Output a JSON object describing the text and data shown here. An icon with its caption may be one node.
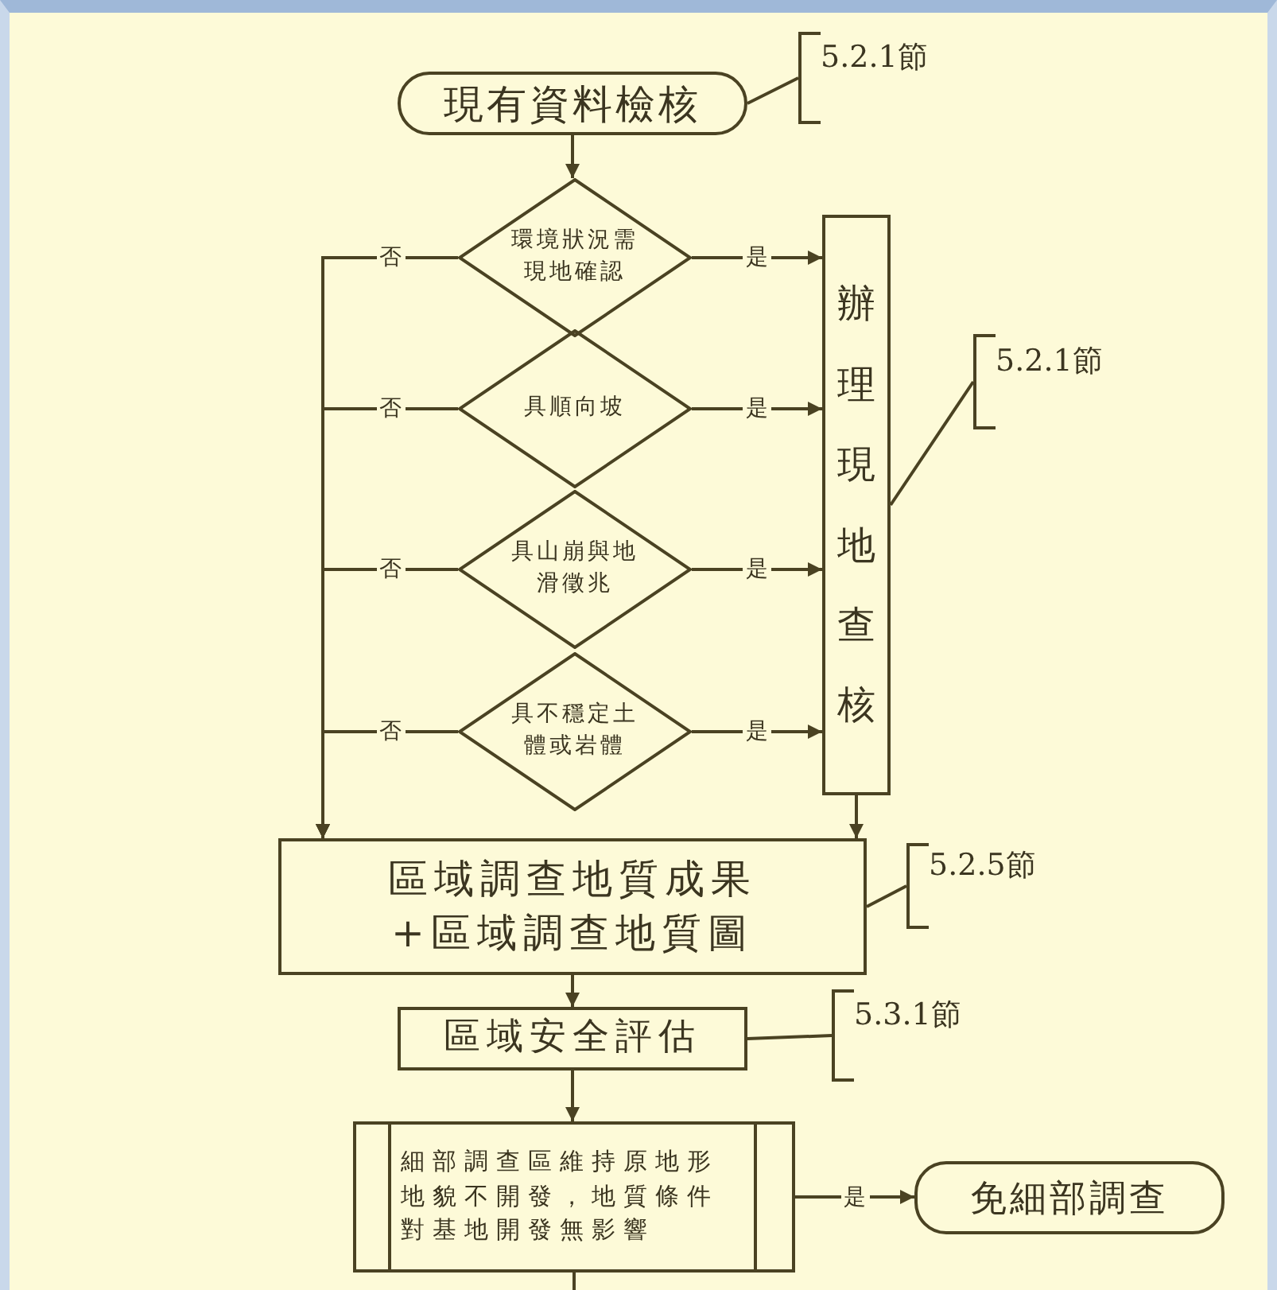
{
  "diagram": {
    "nodes": [
      {
        "text": [
          "現有資料檢核"
        ]
      },
      {
        "text": [
          "5.2.1節"
        ]
      },
      {
        "text": [
          "環境狀況需現地確認"
        ]
      },
      {
        "text": [
          "具順向坡"
        ]
      },
      {
        "text": [
          "具山崩與地滑徵兆"
        ]
      },
      {
        "text": [
          "具不穩定土體或岩體"
        ]
      },
      {
        "text": [
          "辦理現地查核"
        ]
      },
      {
        "text": [
          "5.2.1節"
        ]
      },
      {
        "text": [
          "區域調查地質成果+區域調查地質圖"
        ]
      },
      {
        "text": [
          "5.2.5節"
        ]
      },
      {
        "text": [
          "區域安全評估"
        ]
      },
      {
        "text": [
          "5.3.1節"
        ]
      },
      {
        "text": [
          "細部調查區維持原地形地貌不開發，地質條件對基地開發無影響"
        ]
      },
      {
        "text": [
          "免細部調查"
        ]
      }
    ],
    "edges": [
      {
        "from": 0,
        "to": 2,
        "arrow": "to"
      },
      {
        "from": 2,
        "to": 6,
        "arrow": "to",
        "label": "是"
      },
      {
        "from": 3,
        "to": 6,
        "arrow": "to",
        "label": "是"
      },
      {
        "from": 4,
        "to": 6,
        "arrow": "to",
        "label": "是"
      },
      {
        "from": 5,
        "to": 6,
        "arrow": "to",
        "label": "是"
      },
      {
        "from": 2,
        "to": 8,
        "arrow": "to",
        "label": "否"
      },
      {
        "from": 3,
        "to": 8,
        "arrow": "to",
        "label": "否"
      },
      {
        "from": 4,
        "to": 8,
        "arrow": "to",
        "label": "否"
      },
      {
        "from": 5,
        "to": 8,
        "arrow": "to",
        "label": "否"
      },
      {
        "from": 6,
        "to": 8,
        "arrow": "to"
      },
      {
        "from": 8,
        "to": 10,
        "arrow": "to"
      },
      {
        "from": 10,
        "to": 12,
        "arrow": "to"
      },
      {
        "from": 12,
        "to": 13,
        "arrow": "to",
        "label": "是"
      },
      {
        "from": 12,
        "to": null,
        "arrow": "none"
      },
      {
        "from": 0,
        "to": 1,
        "arrow": "none"
      },
      {
        "from": 6,
        "to": 7,
        "arrow": "none"
      },
      {
        "from": 8,
        "to": 9,
        "arrow": "none"
      },
      {
        "from": 10,
        "to": 11,
        "arrow": "none"
      }
    ]
  }
}
